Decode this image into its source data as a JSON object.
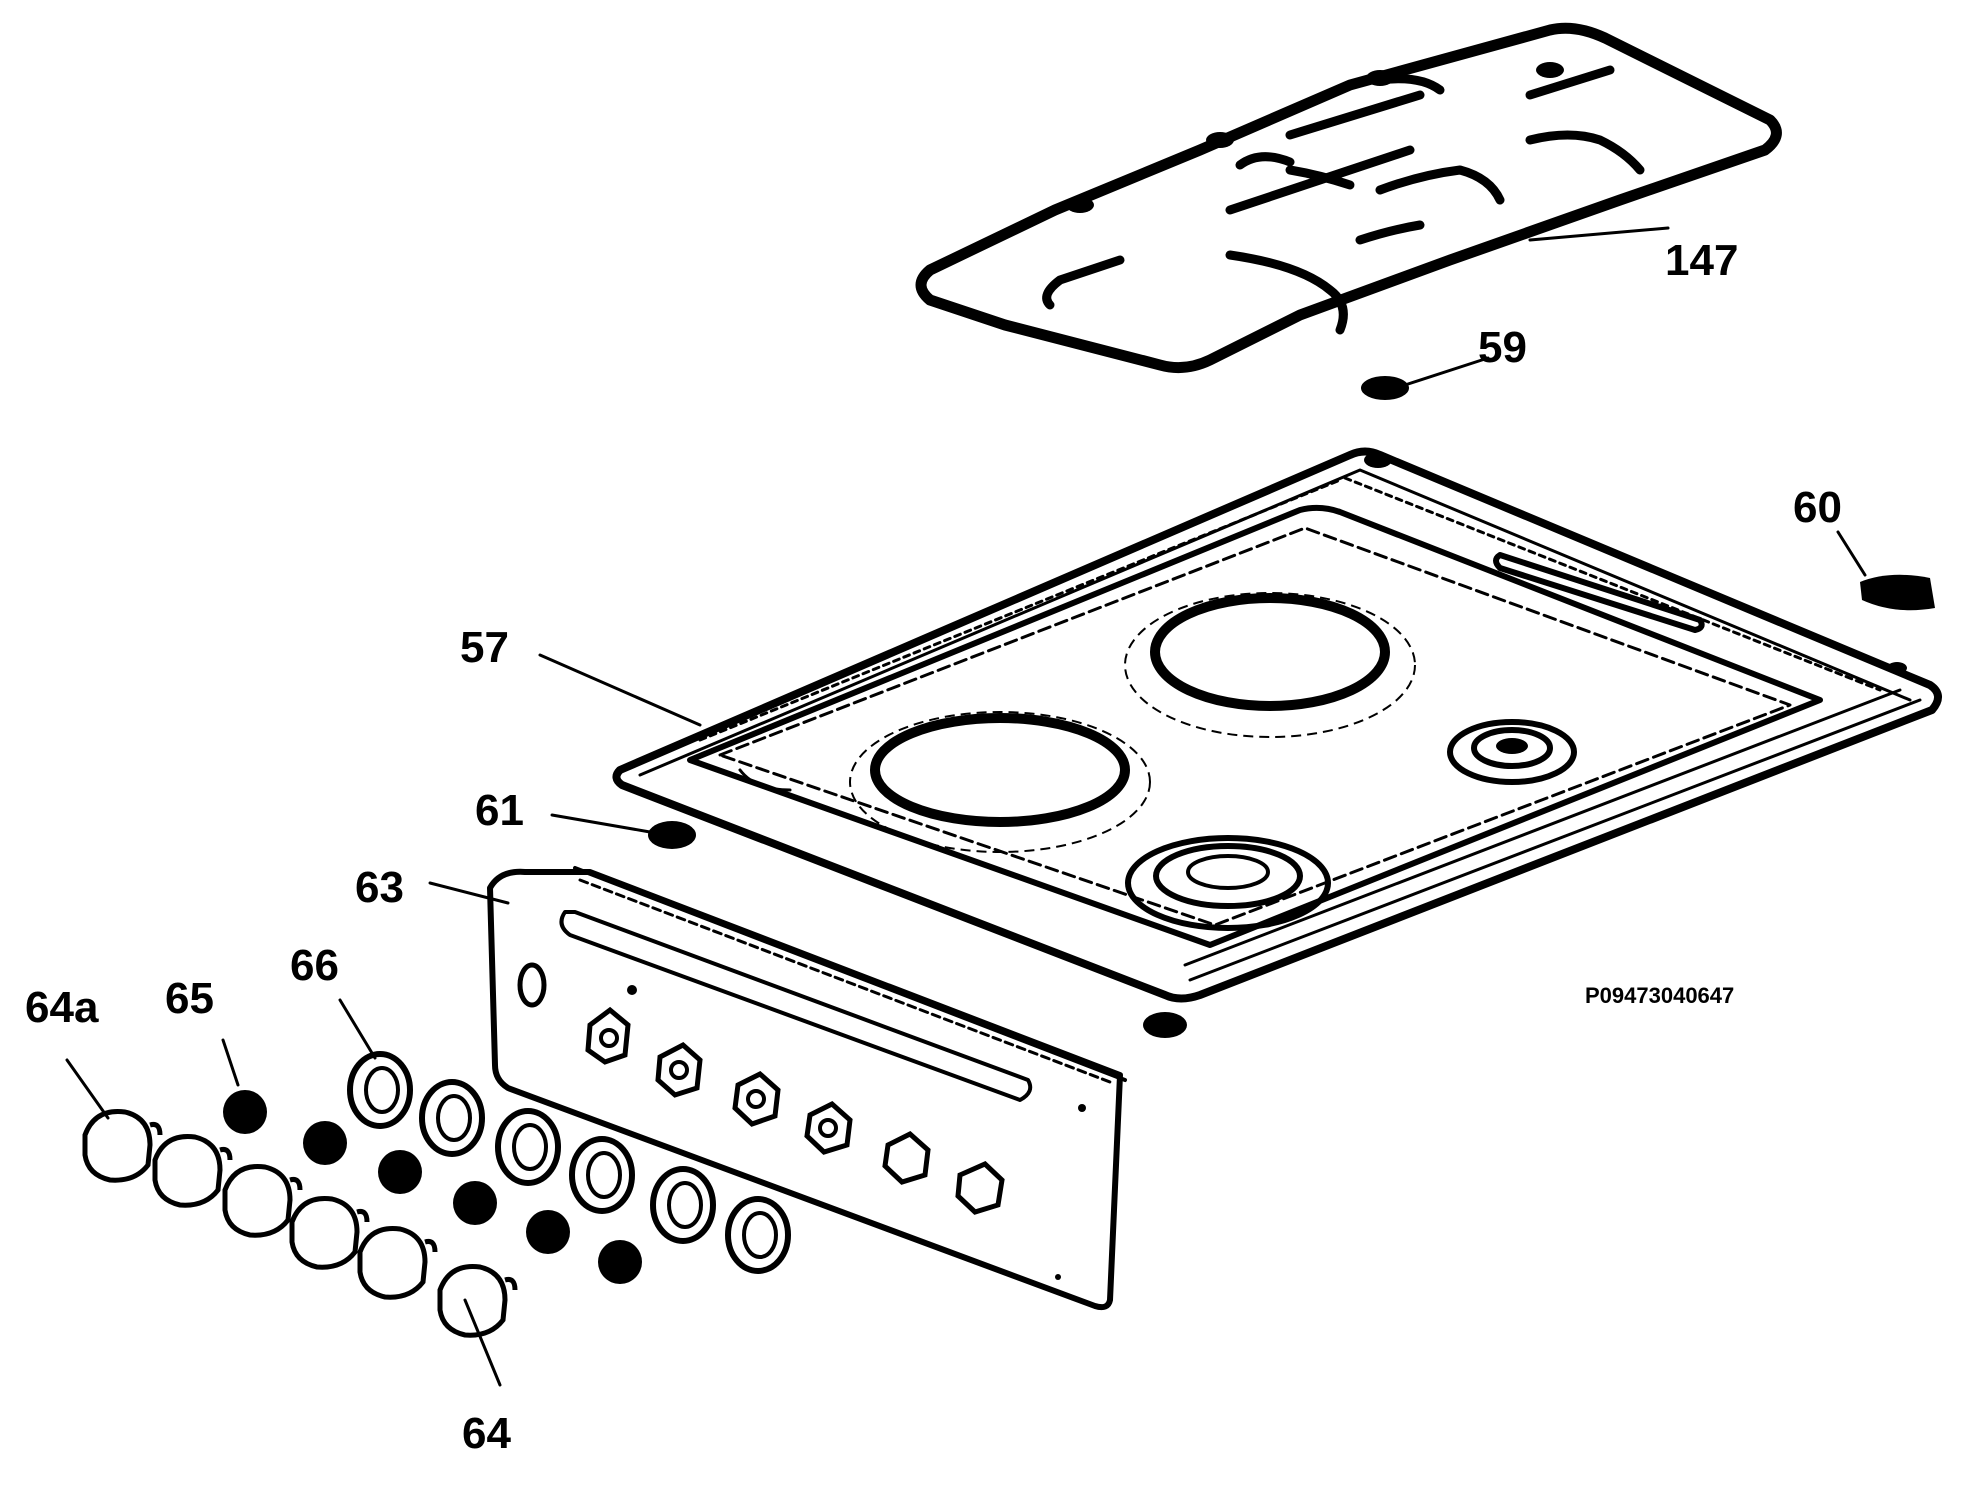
{
  "callouts": {
    "c147": "147",
    "c59": "59",
    "c60": "60",
    "c57": "57",
    "c61": "61",
    "c63": "63",
    "c66": "66",
    "c65": "65",
    "c64a": "64a",
    "c64": "64"
  },
  "drawing_code": "P09473040647",
  "colors": {
    "ink": "#000000",
    "paper": "#ffffff"
  }
}
